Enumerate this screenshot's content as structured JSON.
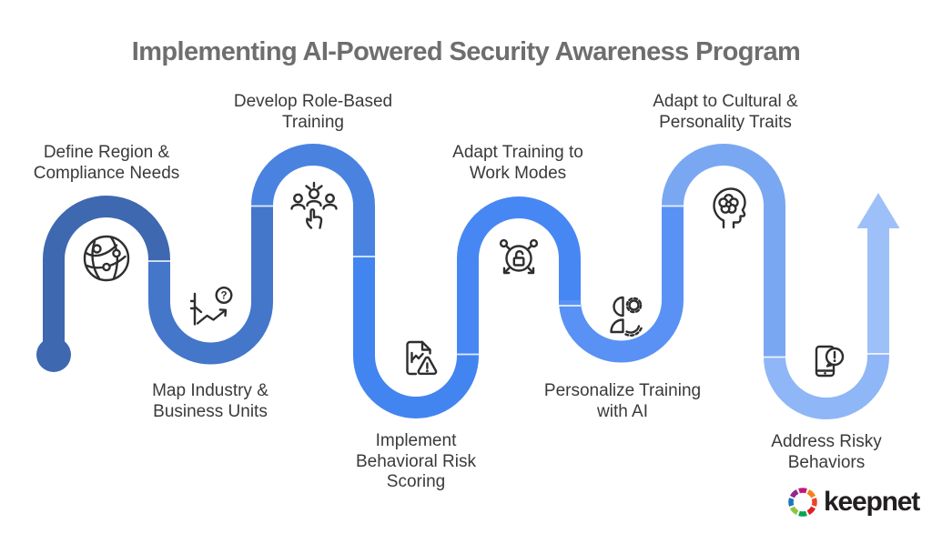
{
  "title": {
    "text": "Implementing AI-Powered Security Awareness Program",
    "color": "#6E6E6E"
  },
  "steps": [
    {
      "label": "Define Region &\nCompliance Needs",
      "icon": "network-globe-icon",
      "segment_color": "#3E68B0"
    },
    {
      "label": "Map Industry &\nBusiness Units",
      "icon": "growth-chart-question-icon",
      "segment_color": "#4476CA"
    },
    {
      "label": "Develop Role-Based\nTraining",
      "icon": "audience-selection-icon",
      "segment_color": "#4A82E0"
    },
    {
      "label": "Implement\nBehavioral Risk\nScoring",
      "icon": "document-risk-alert-icon",
      "segment_color": "#4285F0"
    },
    {
      "label": "Adapt Training to\nWork Modes",
      "icon": "network-unlock-icon",
      "segment_color": "#4787F4"
    },
    {
      "label": "Personalize Training\nwith AI",
      "icon": "person-gears-icon",
      "segment_color": "#5992F4"
    },
    {
      "label": "Adapt to Cultural &\nPersonality Traits",
      "icon": "head-mind-icon",
      "segment_color": "#7AA7F2"
    },
    {
      "label": "Address Risky\nBehaviors",
      "icon": "phone-alert-icon",
      "segment_color": "#8FB6F6"
    }
  ],
  "arrow": {
    "color": "#9EC0F8"
  },
  "label_text_color": "#3A3A3A",
  "brand": {
    "name": "keepnet",
    "wordmark_color": "#231F20",
    "logo_colors": [
      "#C4157D",
      "#F5821F",
      "#EF4123",
      "#DA2128",
      "#00A651",
      "#8DC63F",
      "#1B75BB",
      "#92278F"
    ]
  }
}
